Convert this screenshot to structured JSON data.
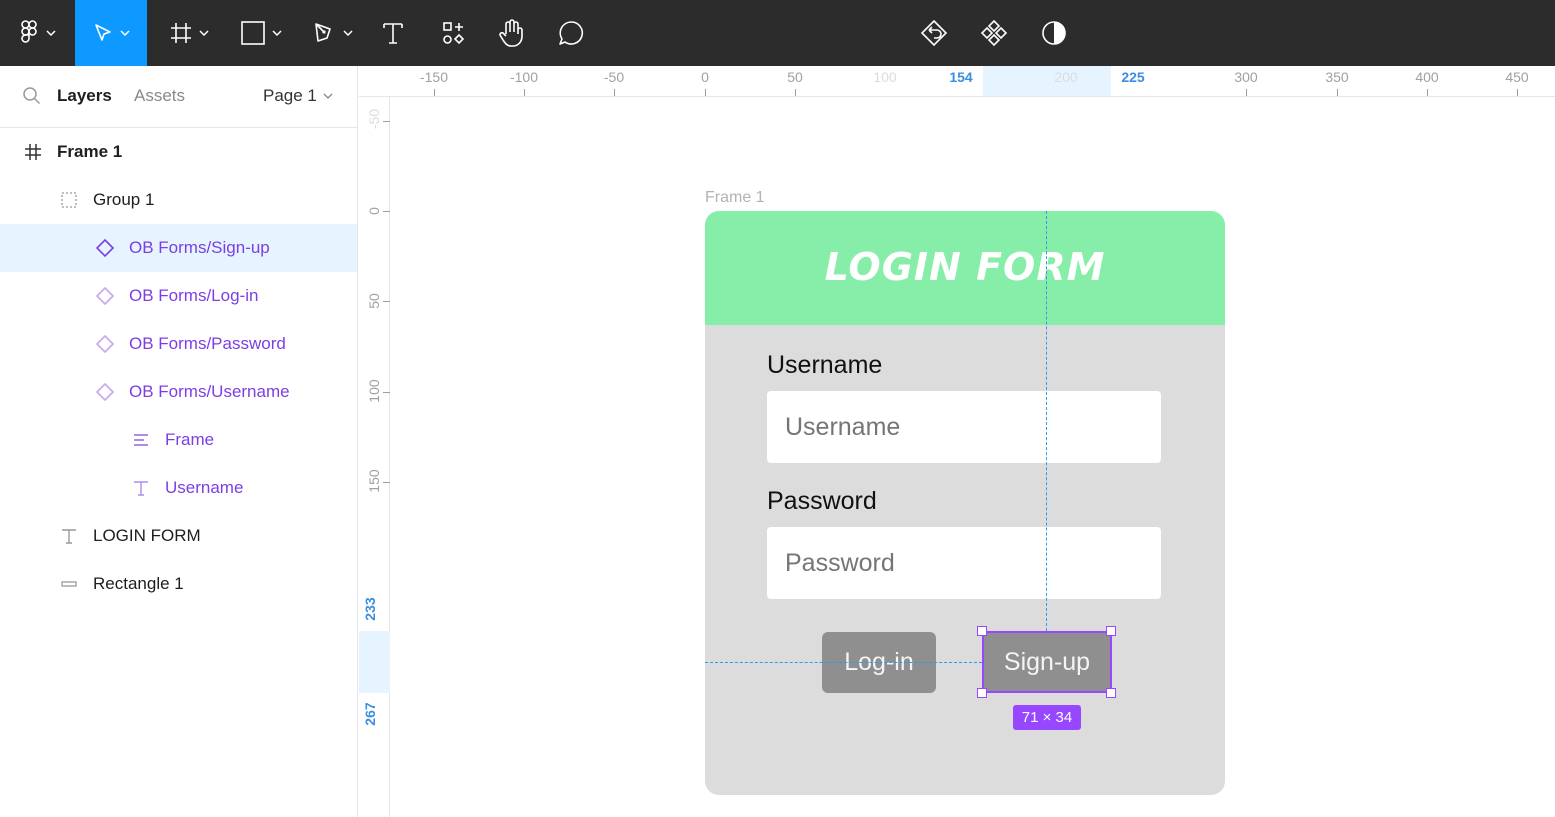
{
  "toolbar": {
    "tools": [
      {
        "name": "figma-menu"
      },
      {
        "name": "move-tool"
      },
      {
        "name": "frame-tool"
      },
      {
        "name": "shape-tool"
      },
      {
        "name": "pen-tool"
      },
      {
        "name": "text-tool"
      },
      {
        "name": "resources-tool"
      },
      {
        "name": "hand-tool"
      },
      {
        "name": "comment-tool"
      }
    ],
    "center_tools": [
      "reset-icon",
      "component-icon",
      "contrast-icon"
    ]
  },
  "panel": {
    "tab_layers": "Layers",
    "tab_assets": "Assets",
    "page_select": "Page 1"
  },
  "layers": [
    {
      "label": "Frame 1"
    },
    {
      "label": "Group 1"
    },
    {
      "label": "OB Forms/Sign-up"
    },
    {
      "label": "OB Forms/Log-in"
    },
    {
      "label": "OB Forms/Password"
    },
    {
      "label": "OB Forms/Username"
    },
    {
      "label": "Frame"
    },
    {
      "label": "Username"
    },
    {
      "label": "LOGIN FORM"
    },
    {
      "label": "Rectangle 1"
    }
  ],
  "ruler_top": [
    "-150",
    "-100",
    "-50",
    "0",
    "50",
    "100",
    "154",
    "200",
    "225",
    "300",
    "350",
    "400",
    "450"
  ],
  "ruler_left": [
    "-50",
    "0",
    "50",
    "100",
    "150",
    "233",
    "267"
  ],
  "canvas": {
    "frame_label": "Frame 1",
    "form_title": "LOGIN FORM",
    "username_label": "Username",
    "username_placeholder": "Username",
    "password_label": "Password",
    "password_placeholder": "Password",
    "login_button": "Log-in",
    "signup_button": "Sign-up",
    "size_badge": "71 × 34"
  },
  "colors": {
    "accent": "#0d99ff",
    "component_purple": "#7b3fe4",
    "selection": "#9747ff",
    "header_green": "#86eea8"
  }
}
